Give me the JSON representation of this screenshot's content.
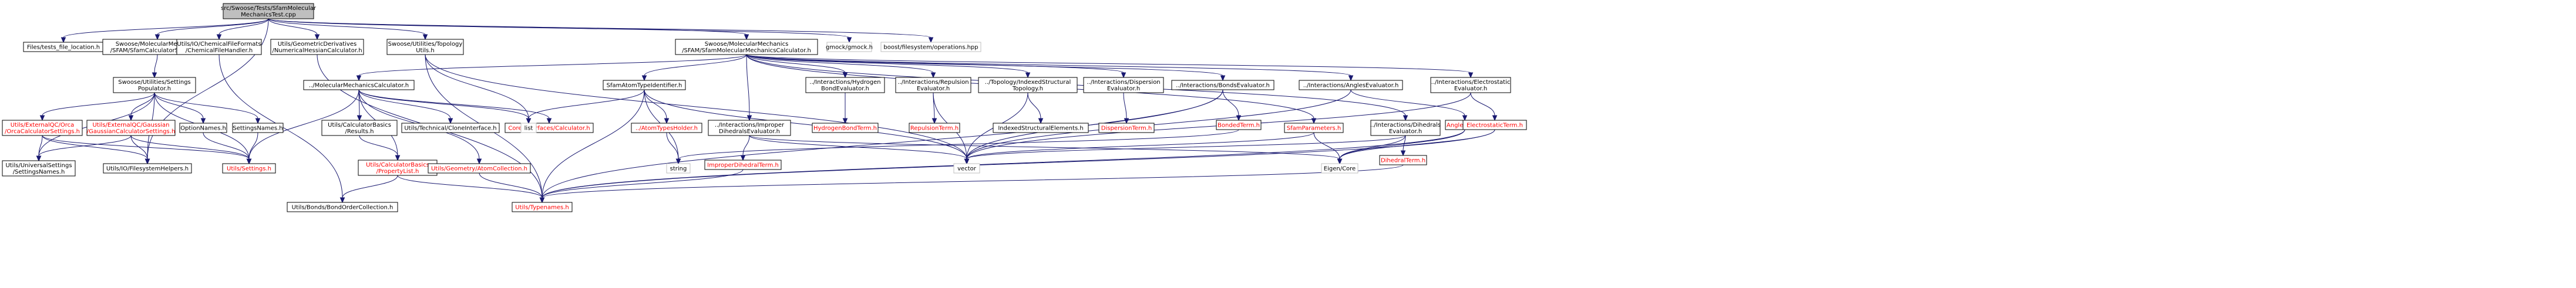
{
  "colors": {
    "edge": "#191970",
    "root_fill": "#bfbfbf",
    "node_fill": "#ffffff",
    "node_border": "#000000",
    "ext_border": "#bfbfbf",
    "missing_text": "#ff0000"
  },
  "nodes": [
    {
      "id": "root",
      "lines": [
        "src/Swoose/Tests/SfamMolecular",
        "MechanicsTest.cpp"
      ],
      "kind": "root"
    },
    {
      "id": "fileloc",
      "lines": [
        "Files/tests_file_location.h"
      ],
      "kind": "normal"
    },
    {
      "id": "sfamcalcsettings",
      "lines": [
        "Swoose/MolecularMechanics",
        "/SFAM/SfamCalculatorSettings.h"
      ],
      "kind": "normal"
    },
    {
      "id": "chemfilehandler",
      "lines": [
        "Utils/IO/ChemicalFileFormats",
        "/ChemicalFileHandler.h"
      ],
      "kind": "normal"
    },
    {
      "id": "numhessian",
      "lines": [
        "Utils/GeometricDerivatives",
        "/NumericalHessianCalculator.h"
      ],
      "kind": "normal"
    },
    {
      "id": "topologyutils",
      "lines": [
        "Swoose/Utilities/Topology",
        "Utils.h"
      ],
      "kind": "normal"
    },
    {
      "id": "sfammmcalc",
      "lines": [
        "Swoose/MolecularMechanics",
        "/SFAM/SfamMolecularMechanicsCalculator.h"
      ],
      "kind": "normal"
    },
    {
      "id": "gmock",
      "lines": [
        "gmock/gmock.h"
      ],
      "kind": "ext"
    },
    {
      "id": "boostfs",
      "lines": [
        "boost/filesystem/operations.hpp"
      ],
      "kind": "ext"
    },
    {
      "id": "settingspop",
      "lines": [
        "Swoose/Utilities/Settings",
        "Populator.h"
      ],
      "kind": "normal"
    },
    {
      "id": "orcasettings",
      "lines": [
        "Utils/ExternalQC/Orca",
        "/OrcaCalculatorSettings.h"
      ],
      "kind": "red"
    },
    {
      "id": "gaussiansettings",
      "lines": [
        "Utils/ExternalQC/Gaussian",
        "/GaussianCalculatorSettings.h"
      ],
      "kind": "red"
    },
    {
      "id": "optionnames",
      "lines": [
        "OptionNames.h"
      ],
      "kind": "normal"
    },
    {
      "id": "settingsnames",
      "lines": [
        "SettingsNames.h"
      ],
      "kind": "normal"
    },
    {
      "id": "univsettings",
      "lines": [
        "Utils/UniversalSettings",
        "/SettingsNames.h"
      ],
      "kind": "normal"
    },
    {
      "id": "fshelpers",
      "lines": [
        "Utils/IO/FilesystemHelpers.h"
      ],
      "kind": "normal"
    },
    {
      "id": "utilssettings",
      "lines": [
        "Utils/Settings.h"
      ],
      "kind": "red"
    },
    {
      "id": "mmcalc",
      "lines": [
        "../MolecularMechanicsCalculator.h"
      ],
      "kind": "normal"
    },
    {
      "id": "calcbasicsresults",
      "lines": [
        "Utils/CalculatorBasics",
        "/Results.h"
      ],
      "kind": "normal"
    },
    {
      "id": "cloneiface",
      "lines": [
        "Utils/Technical/CloneInterface.h"
      ],
      "kind": "normal"
    },
    {
      "id": "coreiface",
      "lines": [
        "Core/Interfaces/Calculator.h"
      ],
      "kind": "red"
    },
    {
      "id": "calcbasicsprop",
      "lines": [
        "Utils/CalculatorBasics",
        "/PropertyList.h"
      ],
      "kind": "red"
    },
    {
      "id": "atomcollection",
      "lines": [
        "Utils/Geometry/AtomCollection.h"
      ],
      "kind": "red"
    },
    {
      "id": "bondorder",
      "lines": [
        "Utils/Bonds/BondOrderCollection.h"
      ],
      "kind": "normal"
    },
    {
      "id": "typenames",
      "lines": [
        "Utils/Typenames.h"
      ],
      "kind": "red"
    },
    {
      "id": "list",
      "lines": [
        "list"
      ],
      "kind": "ext"
    },
    {
      "id": "atomtypeid",
      "lines": [
        "SfamAtomTypeIdentifier.h"
      ],
      "kind": "normal"
    },
    {
      "id": "atomtypesholder",
      "lines": [
        "../AtomTypesHolder.h"
      ],
      "kind": "red"
    },
    {
      "id": "string",
      "lines": [
        "string"
      ],
      "kind": "ext"
    },
    {
      "id": "impropereval",
      "lines": [
        "../Interactions/Improper",
        "DihedralsEvaluator.h"
      ],
      "kind": "normal"
    },
    {
      "id": "improperterm",
      "lines": [
        "ImproperDihedralTerm.h"
      ],
      "kind": "red"
    },
    {
      "id": "hbondeval",
      "lines": [
        "../Interactions/Hydrogen",
        "BondEvaluator.h"
      ],
      "kind": "normal"
    },
    {
      "id": "hbondterm",
      "lines": [
        "HydrogenBondTerm.h"
      ],
      "kind": "red"
    },
    {
      "id": "repulsioneval",
      "lines": [
        "../Interactions/Repulsion",
        "Evaluator.h"
      ],
      "kind": "normal"
    },
    {
      "id": "repulsionterm",
      "lines": [
        "RepulsionTerm.h"
      ],
      "kind": "red"
    },
    {
      "id": "topoindexed",
      "lines": [
        "../Topology/IndexedStructural",
        "Topology.h"
      ],
      "kind": "normal"
    },
    {
      "id": "indexedelements",
      "lines": [
        "IndexedStructuralElements.h"
      ],
      "kind": "normal"
    },
    {
      "id": "dispersioneval",
      "lines": [
        "../Interactions/Dispersion",
        "Evaluator.h"
      ],
      "kind": "normal"
    },
    {
      "id": "dispersionterm",
      "lines": [
        "DispersionTerm.h"
      ],
      "kind": "red"
    },
    {
      "id": "bondseval",
      "lines": [
        "../Interactions/BondsEvaluator.h"
      ],
      "kind": "normal"
    },
    {
      "id": "bondedterm",
      "lines": [
        "BondedTerm.h"
      ],
      "kind": "red"
    },
    {
      "id": "vector",
      "lines": [
        "vector"
      ],
      "kind": "ext"
    },
    {
      "id": "anglseval",
      "lines": [
        "../Interactions/AnglesEvaluator.h"
      ],
      "kind": "normal"
    },
    {
      "id": "sfamparams",
      "lines": [
        "SfamParameters.h"
      ],
      "kind": "red"
    },
    {
      "id": "dihedralseval",
      "lines": [
        "../Interactions/Dihedrals",
        "Evaluator.h"
      ],
      "kind": "normal"
    },
    {
      "id": "eigencore",
      "lines": [
        "Eigen/Core"
      ],
      "kind": "ext"
    },
    {
      "id": "dihedralterm",
      "lines": [
        "DihedralTerm.h"
      ],
      "kind": "red"
    },
    {
      "id": "angleterm",
      "lines": [
        "AngleTerm.h"
      ],
      "kind": "red"
    },
    {
      "id": "electroeval",
      "lines": [
        "../Interactions/Electrostatic",
        "Evaluator.h"
      ],
      "kind": "normal"
    },
    {
      "id": "electroterm",
      "lines": [
        "ElectrostaticTerm.h"
      ],
      "kind": "red"
    }
  ],
  "edges": [
    [
      "root",
      "fileloc"
    ],
    [
      "root",
      "sfamcalcsettings"
    ],
    [
      "root",
      "chemfilehandler"
    ],
    [
      "root",
      "numhessian"
    ],
    [
      "root",
      "topologyutils"
    ],
    [
      "root",
      "sfammmcalc"
    ],
    [
      "root",
      "gmock"
    ],
    [
      "root",
      "boostfs"
    ],
    [
      "root",
      "fshelpers"
    ],
    [
      "sfamcalcsettings",
      "settingspop"
    ],
    [
      "settingspop",
      "orcasettings"
    ],
    [
      "settingspop",
      "gaussiansettings"
    ],
    [
      "settingspop",
      "optionnames"
    ],
    [
      "settingspop",
      "settingsnames"
    ],
    [
      "settingspop",
      "univsettings"
    ],
    [
      "settingspop",
      "fshelpers"
    ],
    [
      "settingspop",
      "utilssettings"
    ],
    [
      "orcasettings",
      "univsettings"
    ],
    [
      "orcasettings",
      "fshelpers"
    ],
    [
      "orcasettings",
      "utilssettings"
    ],
    [
      "gaussiansettings",
      "univsettings"
    ],
    [
      "gaussiansettings",
      "fshelpers"
    ],
    [
      "gaussiansettings",
      "utilssettings"
    ],
    [
      "optionnames",
      "utilssettings"
    ],
    [
      "settingsnames",
      "utilssettings"
    ],
    [
      "chemfilehandler",
      "bondorder"
    ],
    [
      "numhessian",
      "typenames"
    ],
    [
      "topologyutils",
      "list"
    ],
    [
      "topologyutils",
      "typenames"
    ],
    [
      "topologyutils",
      "vector"
    ],
    [
      "sfammmcalc",
      "mmcalc"
    ],
    [
      "sfammmcalc",
      "atomtypeid"
    ],
    [
      "sfammmcalc",
      "impropereval"
    ],
    [
      "sfammmcalc",
      "hbondeval"
    ],
    [
      "sfammmcalc",
      "repulsioneval"
    ],
    [
      "sfammmcalc",
      "topoindexed"
    ],
    [
      "sfammmcalc",
      "dispersioneval"
    ],
    [
      "sfammmcalc",
      "bondseval"
    ],
    [
      "sfammmcalc",
      "anglseval"
    ],
    [
      "sfammmcalc",
      "dihedralseval"
    ],
    [
      "sfammmcalc",
      "electroeval"
    ],
    [
      "sfammmcalc",
      "sfamparams"
    ],
    [
      "mmcalc",
      "calcbasicsresults"
    ],
    [
      "mmcalc",
      "cloneiface"
    ],
    [
      "mmcalc",
      "coreiface"
    ],
    [
      "mmcalc",
      "calcbasicsprop"
    ],
    [
      "mmcalc",
      "atomcollection"
    ],
    [
      "mmcalc",
      "list"
    ],
    [
      "mmcalc",
      "utilssettings"
    ],
    [
      "calcbasicsresults",
      "calcbasicsprop"
    ],
    [
      "calcbasicsprop",
      "bondorder"
    ],
    [
      "calcbasicsprop",
      "typenames"
    ],
    [
      "atomcollection",
      "typenames"
    ],
    [
      "atomtypeid",
      "atomtypesholder"
    ],
    [
      "atomtypeid",
      "list"
    ],
    [
      "atomtypeid",
      "string"
    ],
    [
      "atomtypeid",
      "typenames"
    ],
    [
      "atomtypeid",
      "vector"
    ],
    [
      "atomtypesholder",
      "string"
    ],
    [
      "impropereval",
      "improperterm"
    ],
    [
      "impropereval",
      "vector"
    ],
    [
      "impropereval",
      "eigencore"
    ],
    [
      "improperterm",
      "typenames"
    ],
    [
      "hbondeval",
      "hbondterm"
    ],
    [
      "repulsioneval",
      "repulsionterm"
    ],
    [
      "repulsioneval",
      "vector"
    ],
    [
      "topoindexed",
      "indexedelements"
    ],
    [
      "topoindexed",
      "vector"
    ],
    [
      "dispersioneval",
      "dispersionterm"
    ],
    [
      "bondseval",
      "bondedterm"
    ],
    [
      "bondseval",
      "vector"
    ],
    [
      "bondseval",
      "typenames"
    ],
    [
      "bondedterm",
      "string"
    ],
    [
      "anglseval",
      "angleterm"
    ],
    [
      "anglseval",
      "vector"
    ],
    [
      "sfamparams",
      "eigencore"
    ],
    [
      "sfamparams",
      "vector"
    ],
    [
      "dihedralseval",
      "dihedralterm"
    ],
    [
      "dihedralseval",
      "vector"
    ],
    [
      "dihedralseval",
      "eigencore"
    ],
    [
      "dihedralterm",
      "typenames"
    ],
    [
      "angleterm",
      "typenames"
    ],
    [
      "angleterm",
      "eigencore"
    ],
    [
      "electroeval",
      "electroterm"
    ],
    [
      "electroeval",
      "vector"
    ],
    [
      "electroterm",
      "typenames"
    ],
    [
      "electroterm",
      "eigencore"
    ]
  ]
}
